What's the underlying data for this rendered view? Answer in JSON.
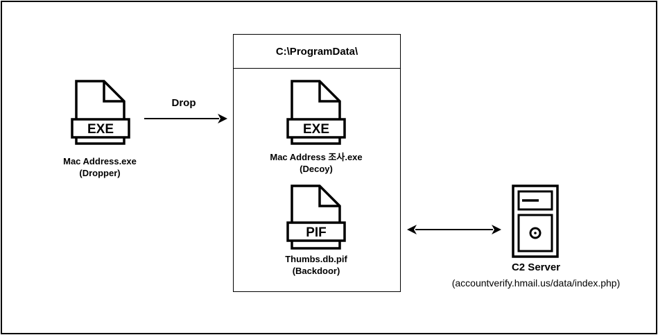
{
  "dropper": {
    "badge": "EXE",
    "name": "Mac Address.exe",
    "role": "(Dropper)"
  },
  "drop_arrow": {
    "label": "Drop"
  },
  "container": {
    "title": "C:\\ProgramData\\"
  },
  "decoy": {
    "badge": "EXE",
    "name": "Mac Address 조사.exe",
    "role": "(Decoy)"
  },
  "backdoor": {
    "badge": "PIF",
    "name": "Thumbs.db.pif",
    "role": "(Backdoor)"
  },
  "server": {
    "name": "C2 Server",
    "url": "(accountverify.hmail.us/data/index.php)"
  },
  "colors": {
    "stroke": "#000000",
    "background": "#ffffff"
  },
  "icons": [
    "file-exe-icon",
    "file-pif-icon",
    "server-icon",
    "arrow-right-icon",
    "arrow-bidirectional-icon"
  ]
}
